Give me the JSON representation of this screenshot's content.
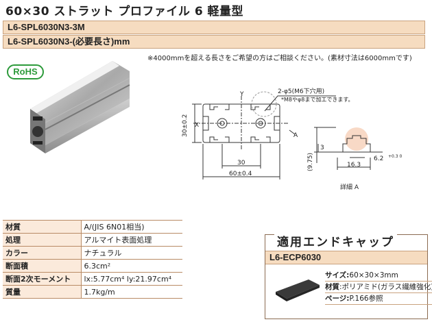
{
  "title": "60×30 ストラット プロファイル 6 軽量型",
  "part_numbers": [
    "L6-SPL6030N3-3M",
    "L6-SPL6030N3-(必要長さ)mm"
  ],
  "note": "※4000mmを超える長さをご希望の方はご相談ください。(素材寸法は6000mmです)",
  "badge": "RoHS",
  "drawing": {
    "hole_note_1": "2-φ5(M6下穴用)",
    "hole_note_2": "*M8やφ8まで加工できます。",
    "axis_x": "X",
    "axis_y": "Y",
    "dim_height": "30±0.2",
    "dim_inner": "30",
    "dim_width": "60±0.4",
    "section_label": "A",
    "detail_h": "3",
    "detail_depth": "(9.75)",
    "detail_slot": "6.2",
    "detail_slot_tol": "+0.3 0",
    "detail_w": "16.3",
    "detail_caption": "詳細 A"
  },
  "specs": [
    {
      "label": "材質",
      "value": "A/(JIS 6N01相当)"
    },
    {
      "label": "処理",
      "value": "アルマイト表面処理"
    },
    {
      "label": "カラー",
      "value": "ナチュラル"
    },
    {
      "label": "断面積",
      "value": "6.3cm²"
    },
    {
      "label": "断面2次モーメント",
      "value": "lx:5.77cm⁴ ly:21.97cm⁴"
    },
    {
      "label": "質量",
      "value": "1.7kg/m"
    }
  ],
  "endcap": {
    "title": "適用エンドキャップ",
    "part": "L6-ECP6030",
    "rows": [
      {
        "label": "サイズ:",
        "value": "60×30×3mm"
      },
      {
        "label": "材質",
        "value": ":ポリアミド(ガラス繊維強化)"
      },
      {
        "label": "ページ:",
        "value": "P.166参照"
      }
    ]
  }
}
